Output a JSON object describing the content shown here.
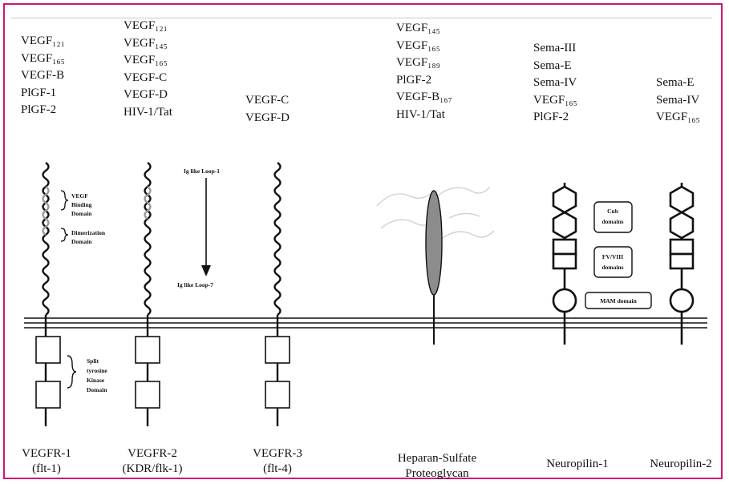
{
  "ligands": {
    "vegfr1": [
      "VEGF₁₂₁",
      "VEGF₁₆₅",
      "VEGF-B",
      "PlGF-1",
      "PlGF-2"
    ],
    "vegfr2": [
      "VEGF₁₂₁",
      "VEGF₁₄₅",
      "VEGF₁₆₅",
      "VEGF-C",
      "VEGF-D",
      "HIV-1/Tat"
    ],
    "vegfr3": [
      "VEGF-C",
      "VEGF-D"
    ],
    "hspg": [
      "VEGF₁₄₅",
      "VEGF₁₆₅",
      "VEGF₁₈₉",
      "PlGF-2",
      "VEGF-B₁₆₇",
      "HIV-1/Tat"
    ],
    "np1": [
      "Sema-III",
      "Sema-E",
      "Sema-IV",
      "VEGF₁₆₅",
      "PlGF-2"
    ],
    "np2": [
      "Sema-E",
      "Sema-IV",
      "VEGF₁₆₅"
    ]
  },
  "receptors": {
    "vegfr1": {
      "name": "VEGFR-1",
      "alias": "(flt-1)"
    },
    "vegfr2": {
      "name": "VEGFR-2",
      "alias": "(KDR/flk-1)"
    },
    "vegfr3": {
      "name": "VEGFR-3",
      "alias": "(flt-4)"
    },
    "hspg": {
      "name": "Heparan-Sulfate",
      "alias": "Proteoglycan"
    },
    "np1": {
      "name": "Neuropilin-1"
    },
    "np2": {
      "name": "Neuropilin-2"
    }
  },
  "annotations": {
    "vegf_binding": [
      "VEGF",
      "Binding",
      "Domain"
    ],
    "dimerization": [
      "Dimerization",
      "Domain"
    ],
    "ig_loop_1": "Ig like Loop-1",
    "ig_loop_7": "Ig like Loop-7",
    "split_kinase": [
      "Split",
      "tyrosine",
      "Kinase",
      "Domain"
    ],
    "cub": [
      "Cub",
      "domains"
    ],
    "fviii": [
      "FV/VIII",
      "domains"
    ],
    "mam": "MAM domain"
  },
  "colors": {
    "frame": "#d0156f",
    "proteoglycan_fill": "#8c8c8c",
    "ink": "#111111"
  }
}
